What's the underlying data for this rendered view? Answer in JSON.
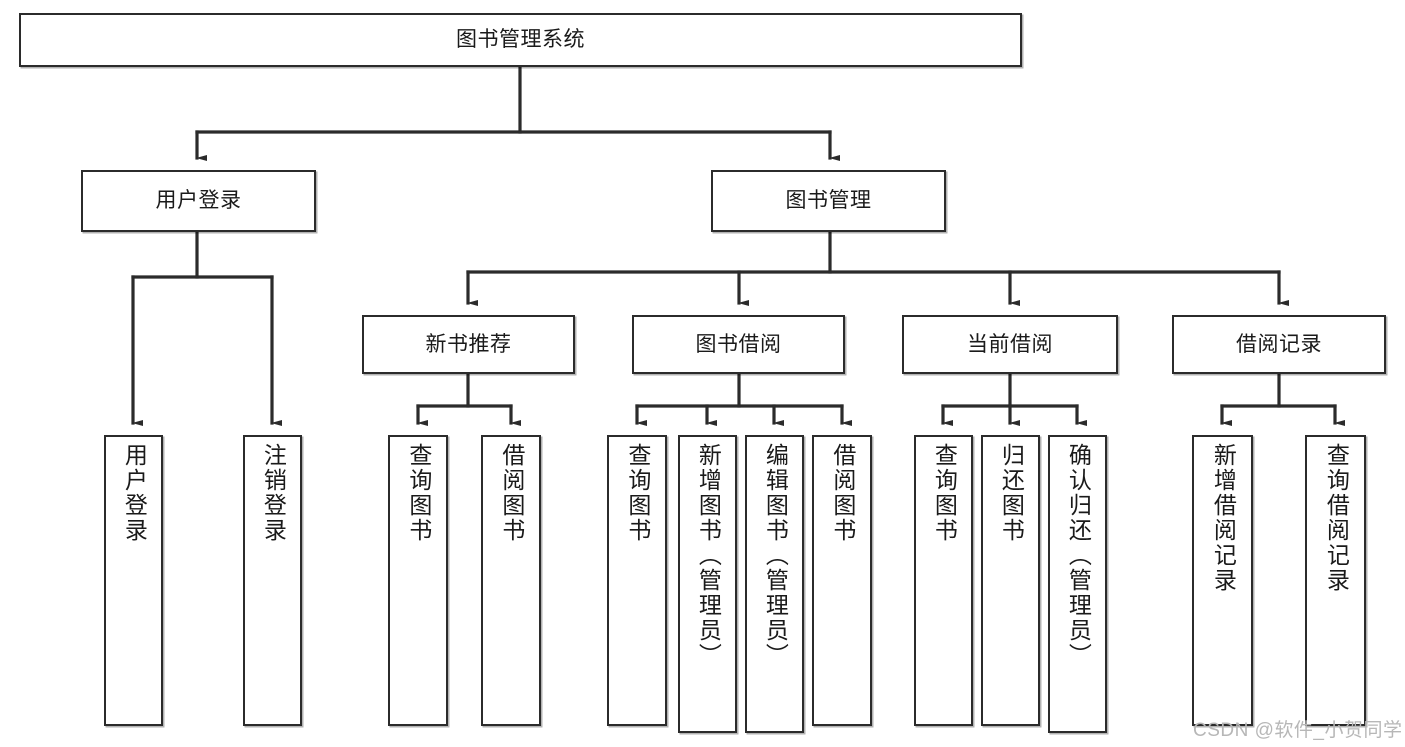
{
  "diagram": {
    "type": "tree-hierarchy",
    "title": "图书管理系统",
    "orientation": "top-down",
    "watermark": "CSDN @软件_小贺同学",
    "colors": {
      "box_border": "#2b2b2b",
      "box_fill": "#ffffff",
      "connector": "#2b2b2b",
      "text": "#1a1a1a",
      "watermark": "#b7b7b7"
    },
    "nodes": {
      "root": {
        "label": "图书管理系统"
      },
      "level2": [
        {
          "id": "user-login",
          "label": "用户登录"
        },
        {
          "id": "book-manage",
          "label": "图书管理"
        }
      ],
      "level3": [
        {
          "id": "new-book-recommend",
          "label": "新书推荐"
        },
        {
          "id": "book-borrow",
          "label": "图书借阅"
        },
        {
          "id": "current-borrow",
          "label": "当前借阅"
        },
        {
          "id": "borrow-record",
          "label": "借阅记录"
        }
      ],
      "leaves": [
        {
          "id": "leaf-user-login",
          "label": "用户登录"
        },
        {
          "id": "leaf-logout-login",
          "label": "注销登录"
        },
        {
          "id": "leaf-query-book-1",
          "label": "查询图书"
        },
        {
          "id": "leaf-borrow-book-1",
          "label": "借阅图书"
        },
        {
          "id": "leaf-query-book-2",
          "label": "查询图书"
        },
        {
          "id": "leaf-add-book-admin",
          "label": "新增图书（管理员）"
        },
        {
          "id": "leaf-edit-book-admin",
          "label": "编辑图书（管理员）"
        },
        {
          "id": "leaf-borrow-book-2",
          "label": "借阅图书"
        },
        {
          "id": "leaf-query-book-3",
          "label": "查询图书"
        },
        {
          "id": "leaf-return-book",
          "label": "归还图书"
        },
        {
          "id": "leaf-confirm-return-admin",
          "label": "确认归还（管理员）"
        },
        {
          "id": "leaf-add-borrow-record",
          "label": "新增借阅记录"
        },
        {
          "id": "leaf-query-borrow-record",
          "label": "查询借阅记录"
        }
      ]
    }
  }
}
